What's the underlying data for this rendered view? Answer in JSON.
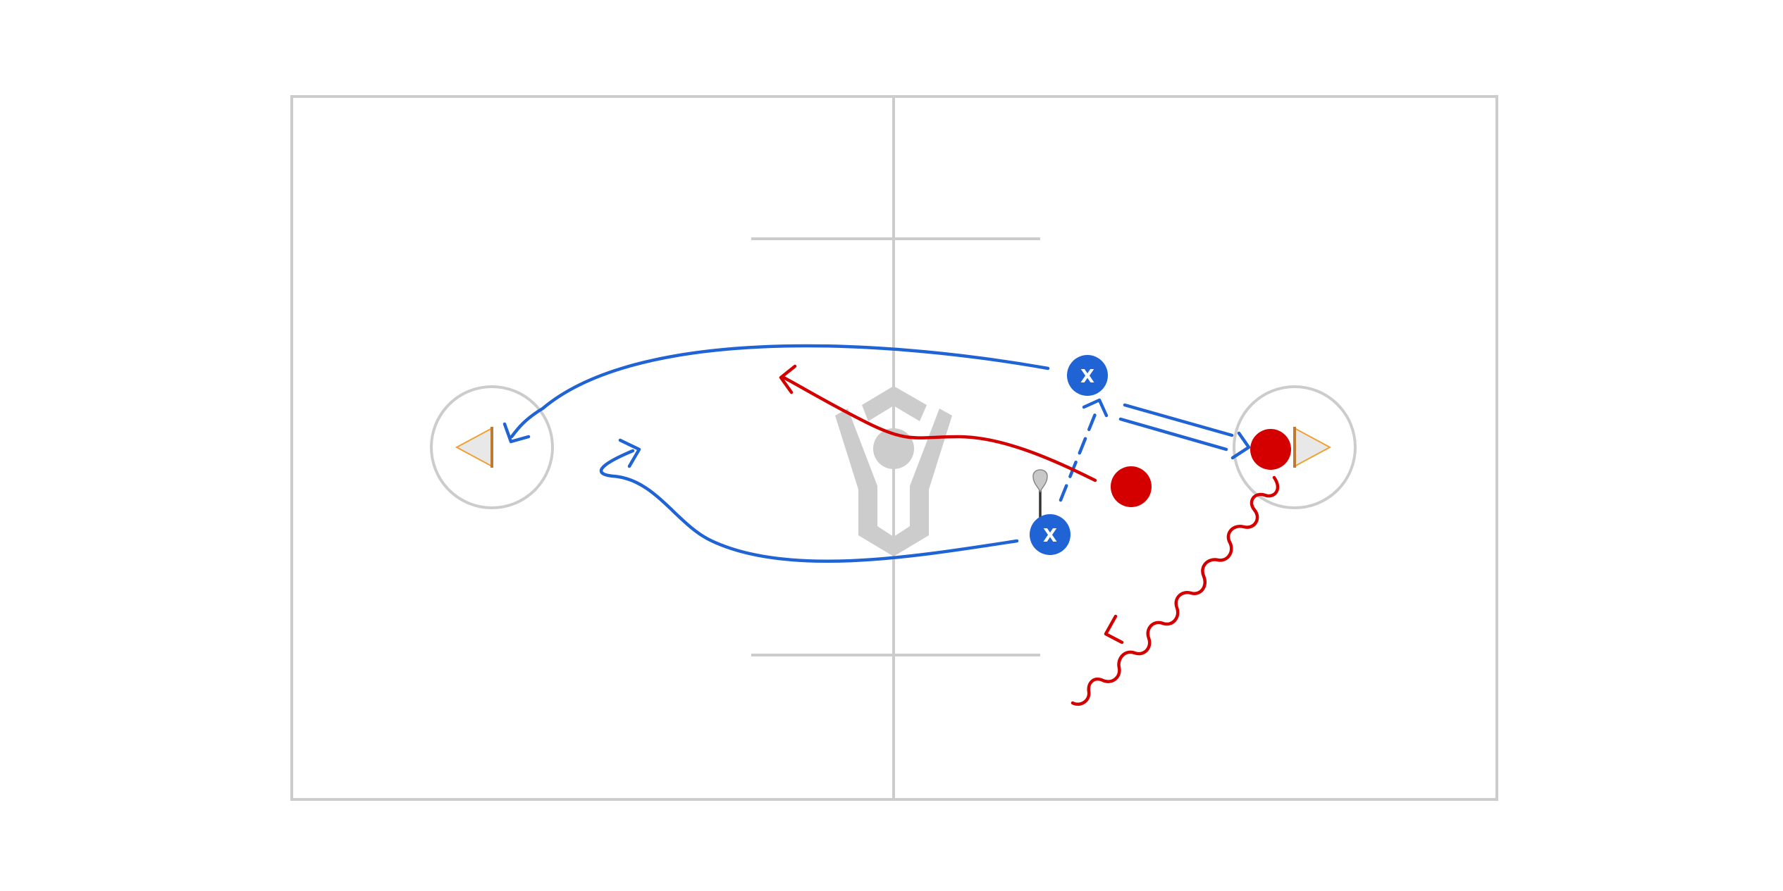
{
  "diagram": {
    "kind": "lacrosse-drill",
    "colors": {
      "field_lines": "#cccccc",
      "logo": "#cccccc",
      "goal_fill": "#e8e8e8",
      "goal_accent": "#f0a030",
      "goal_post": "#c07a30",
      "team_blue": "#1f63d4",
      "team_red": "#d40000",
      "stick": "#333333",
      "stick_head": "#c8c8c8"
    },
    "players": [
      {
        "id": "x-top",
        "team": "blue",
        "label": "X"
      },
      {
        "id": "x-bottom",
        "team": "blue",
        "label": "X"
      },
      {
        "id": "o-goal",
        "team": "red",
        "label": ""
      },
      {
        "id": "o-mid",
        "team": "red",
        "label": ""
      }
    ],
    "icons": [
      "team-logo-icon",
      "lacrosse-stick-icon",
      "left-goal-icon",
      "right-goal-icon"
    ]
  }
}
